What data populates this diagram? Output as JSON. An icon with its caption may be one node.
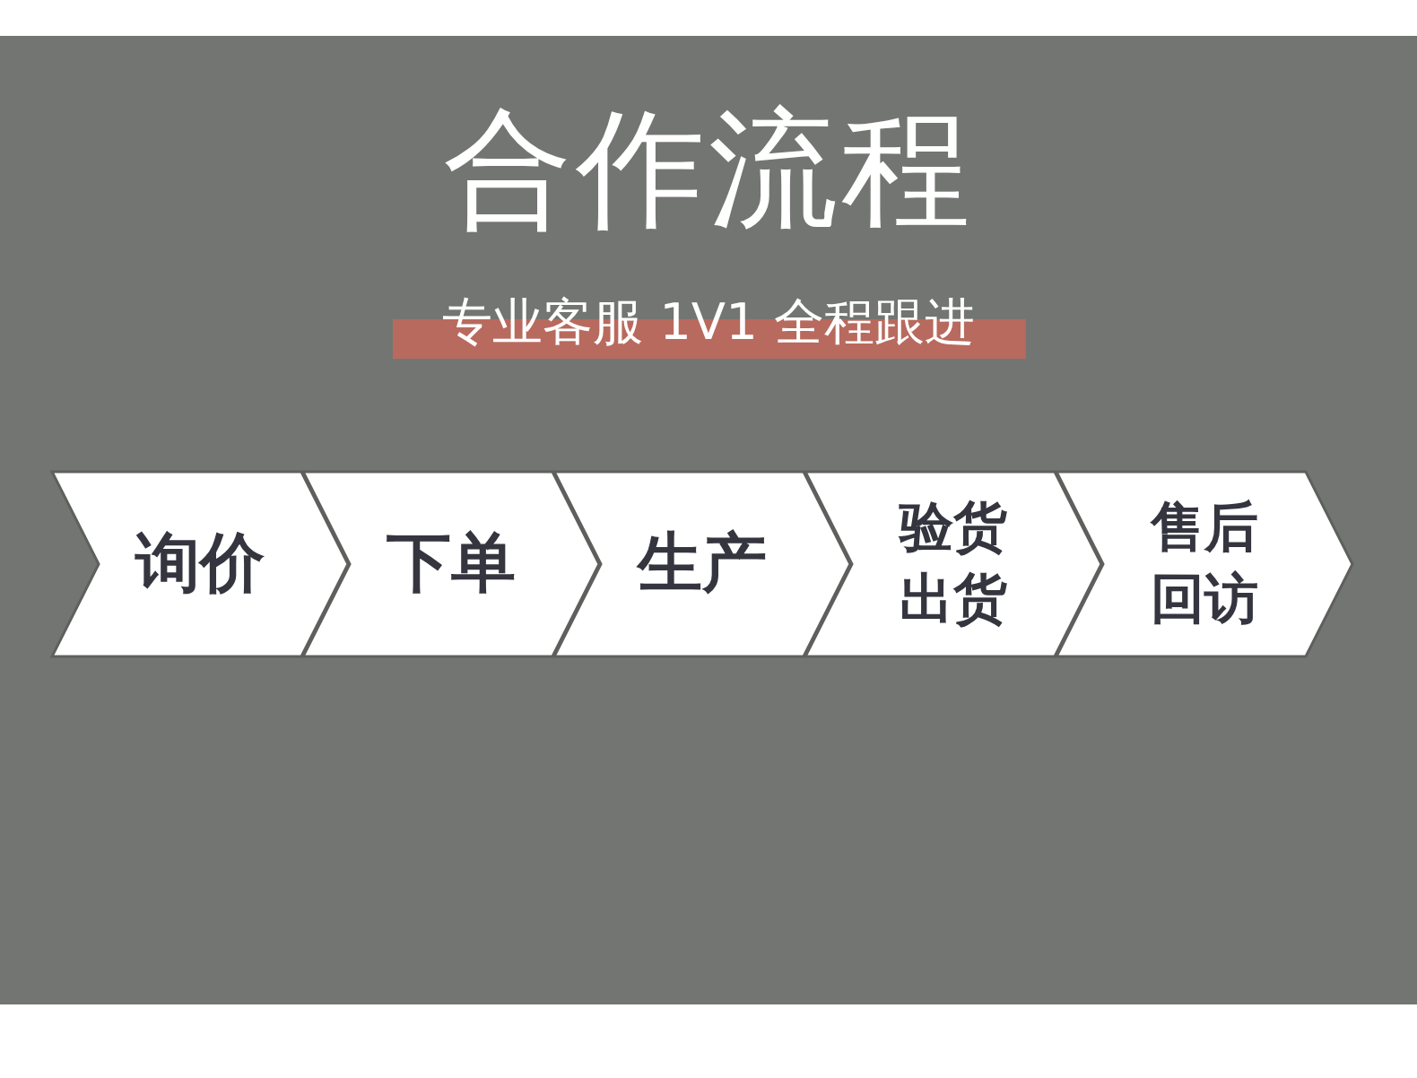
{
  "diagram": {
    "title": "合作流程",
    "nodes": [
      {
        "text": [
          "询价"
        ]
      },
      {
        "text": [
          "下单"
        ]
      },
      {
        "text": [
          "生产"
        ]
      },
      {
        "text": [
          "验货出货"
        ]
      },
      {
        "text": [
          "售后回访"
        ]
      }
    ],
    "labels": [
      "专业客服 1V1 全程跟进"
    ]
  }
}
